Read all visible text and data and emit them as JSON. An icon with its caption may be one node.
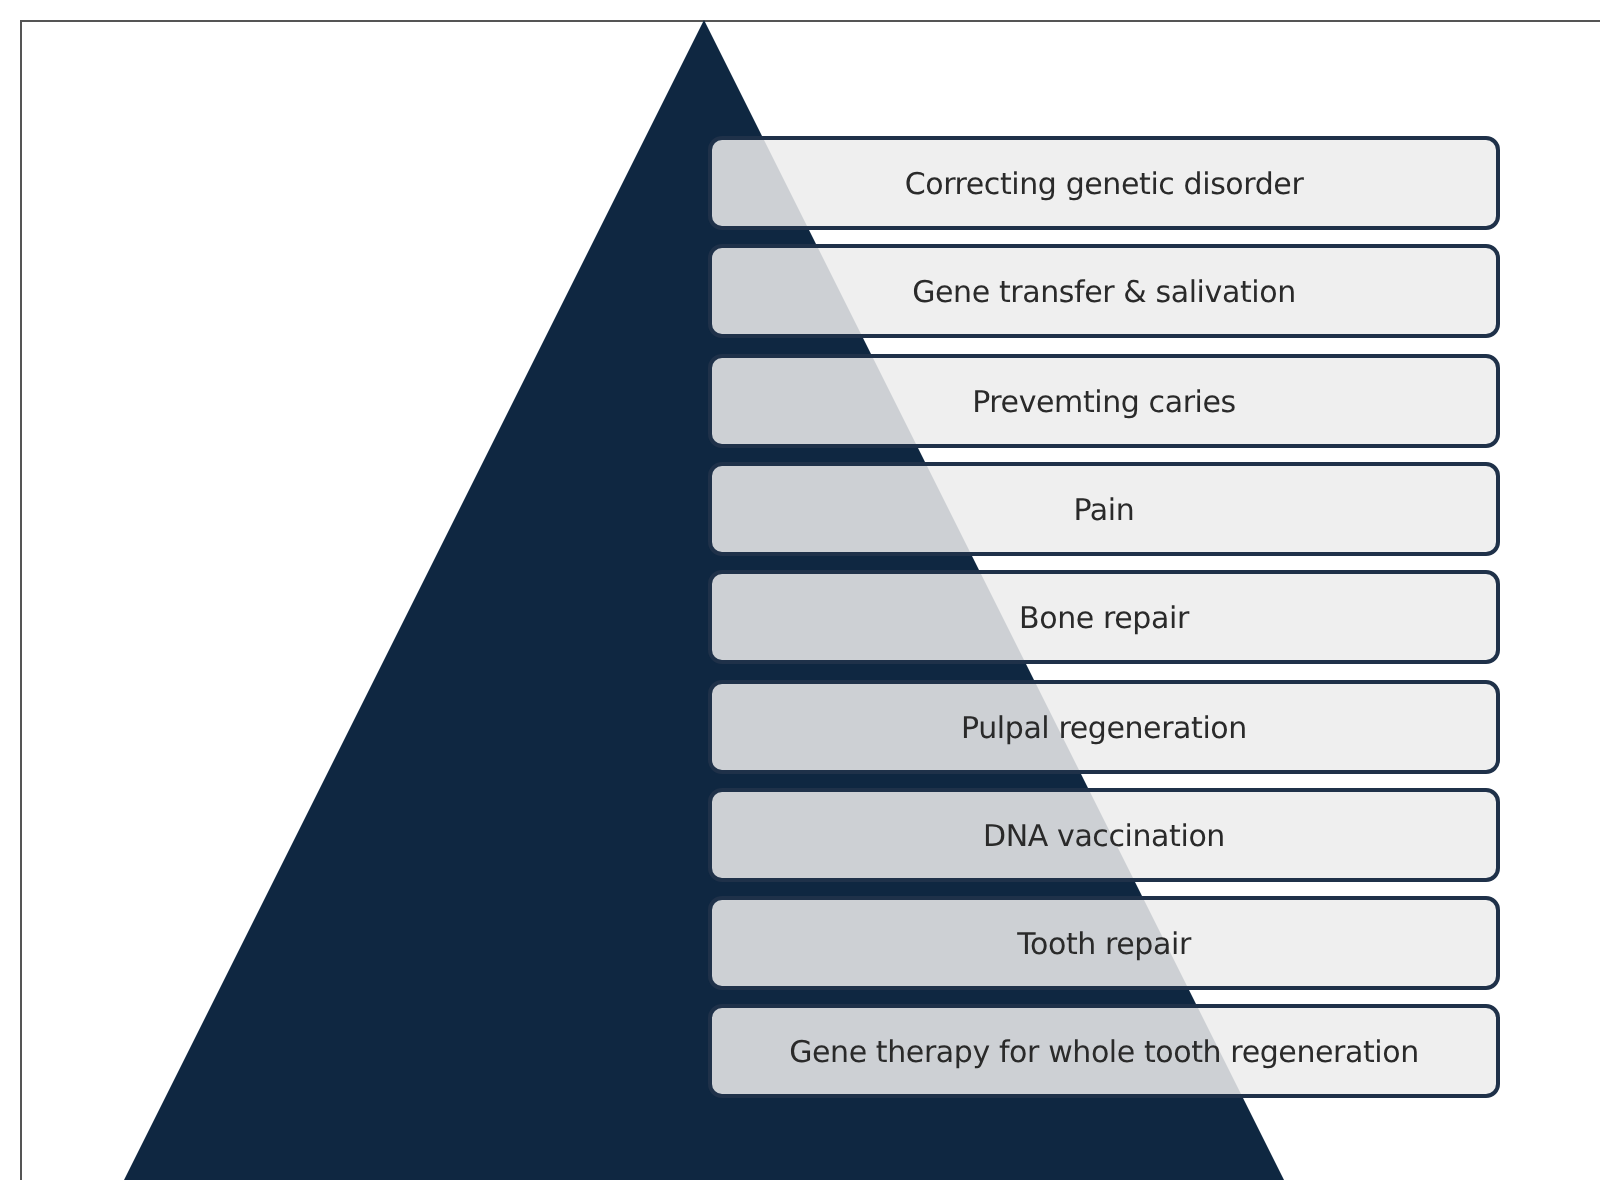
{
  "diagram": {
    "nodes": [
      {
        "text": [
          "Correcting genetic disorder"
        ]
      },
      {
        "text": [
          "Gene transfer & salivation"
        ]
      },
      {
        "text": [
          "Prevemting caries"
        ]
      },
      {
        "text": [
          "Pain"
        ]
      },
      {
        "text": [
          "Bone repair"
        ]
      },
      {
        "text": [
          "Pulpal regeneration"
        ]
      },
      {
        "text": [
          "DNA vaccination"
        ]
      },
      {
        "text": [
          "Tooth repair"
        ]
      },
      {
        "text": [
          "Gene therapy for whole tooth regeneration"
        ]
      }
    ]
  }
}
